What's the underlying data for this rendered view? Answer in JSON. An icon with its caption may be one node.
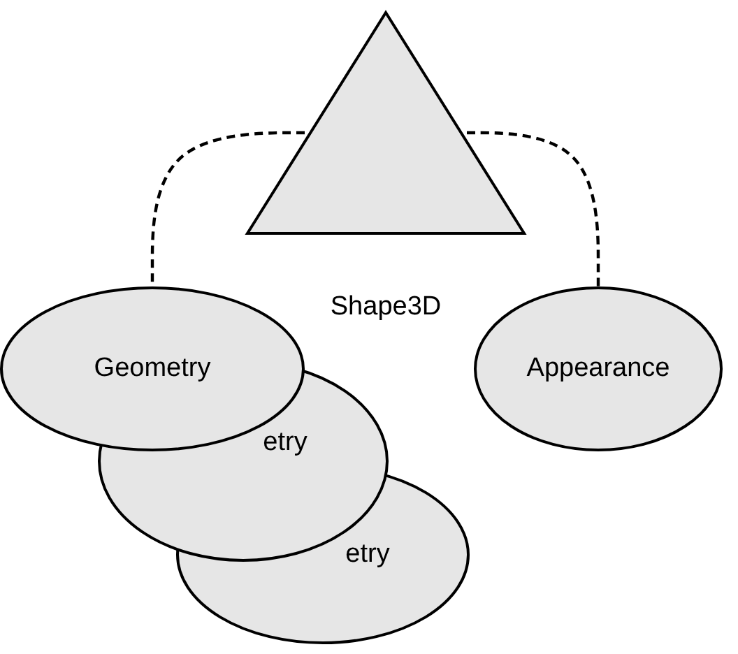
{
  "diagram": {
    "nodes": [
      {
        "text": [
          "Shape3D"
        ]
      },
      {
        "text": [
          "Geometry"
        ]
      },
      {
        "text": [
          "etry"
        ]
      },
      {
        "text": [
          "etry"
        ]
      },
      {
        "text": [
          "Appearance"
        ]
      }
    ],
    "edges": [
      {
        "from": 0,
        "to": 1,
        "arrow": "none",
        "style": "dashed"
      },
      {
        "from": 0,
        "to": 4,
        "arrow": "none",
        "style": "dashed"
      }
    ]
  }
}
